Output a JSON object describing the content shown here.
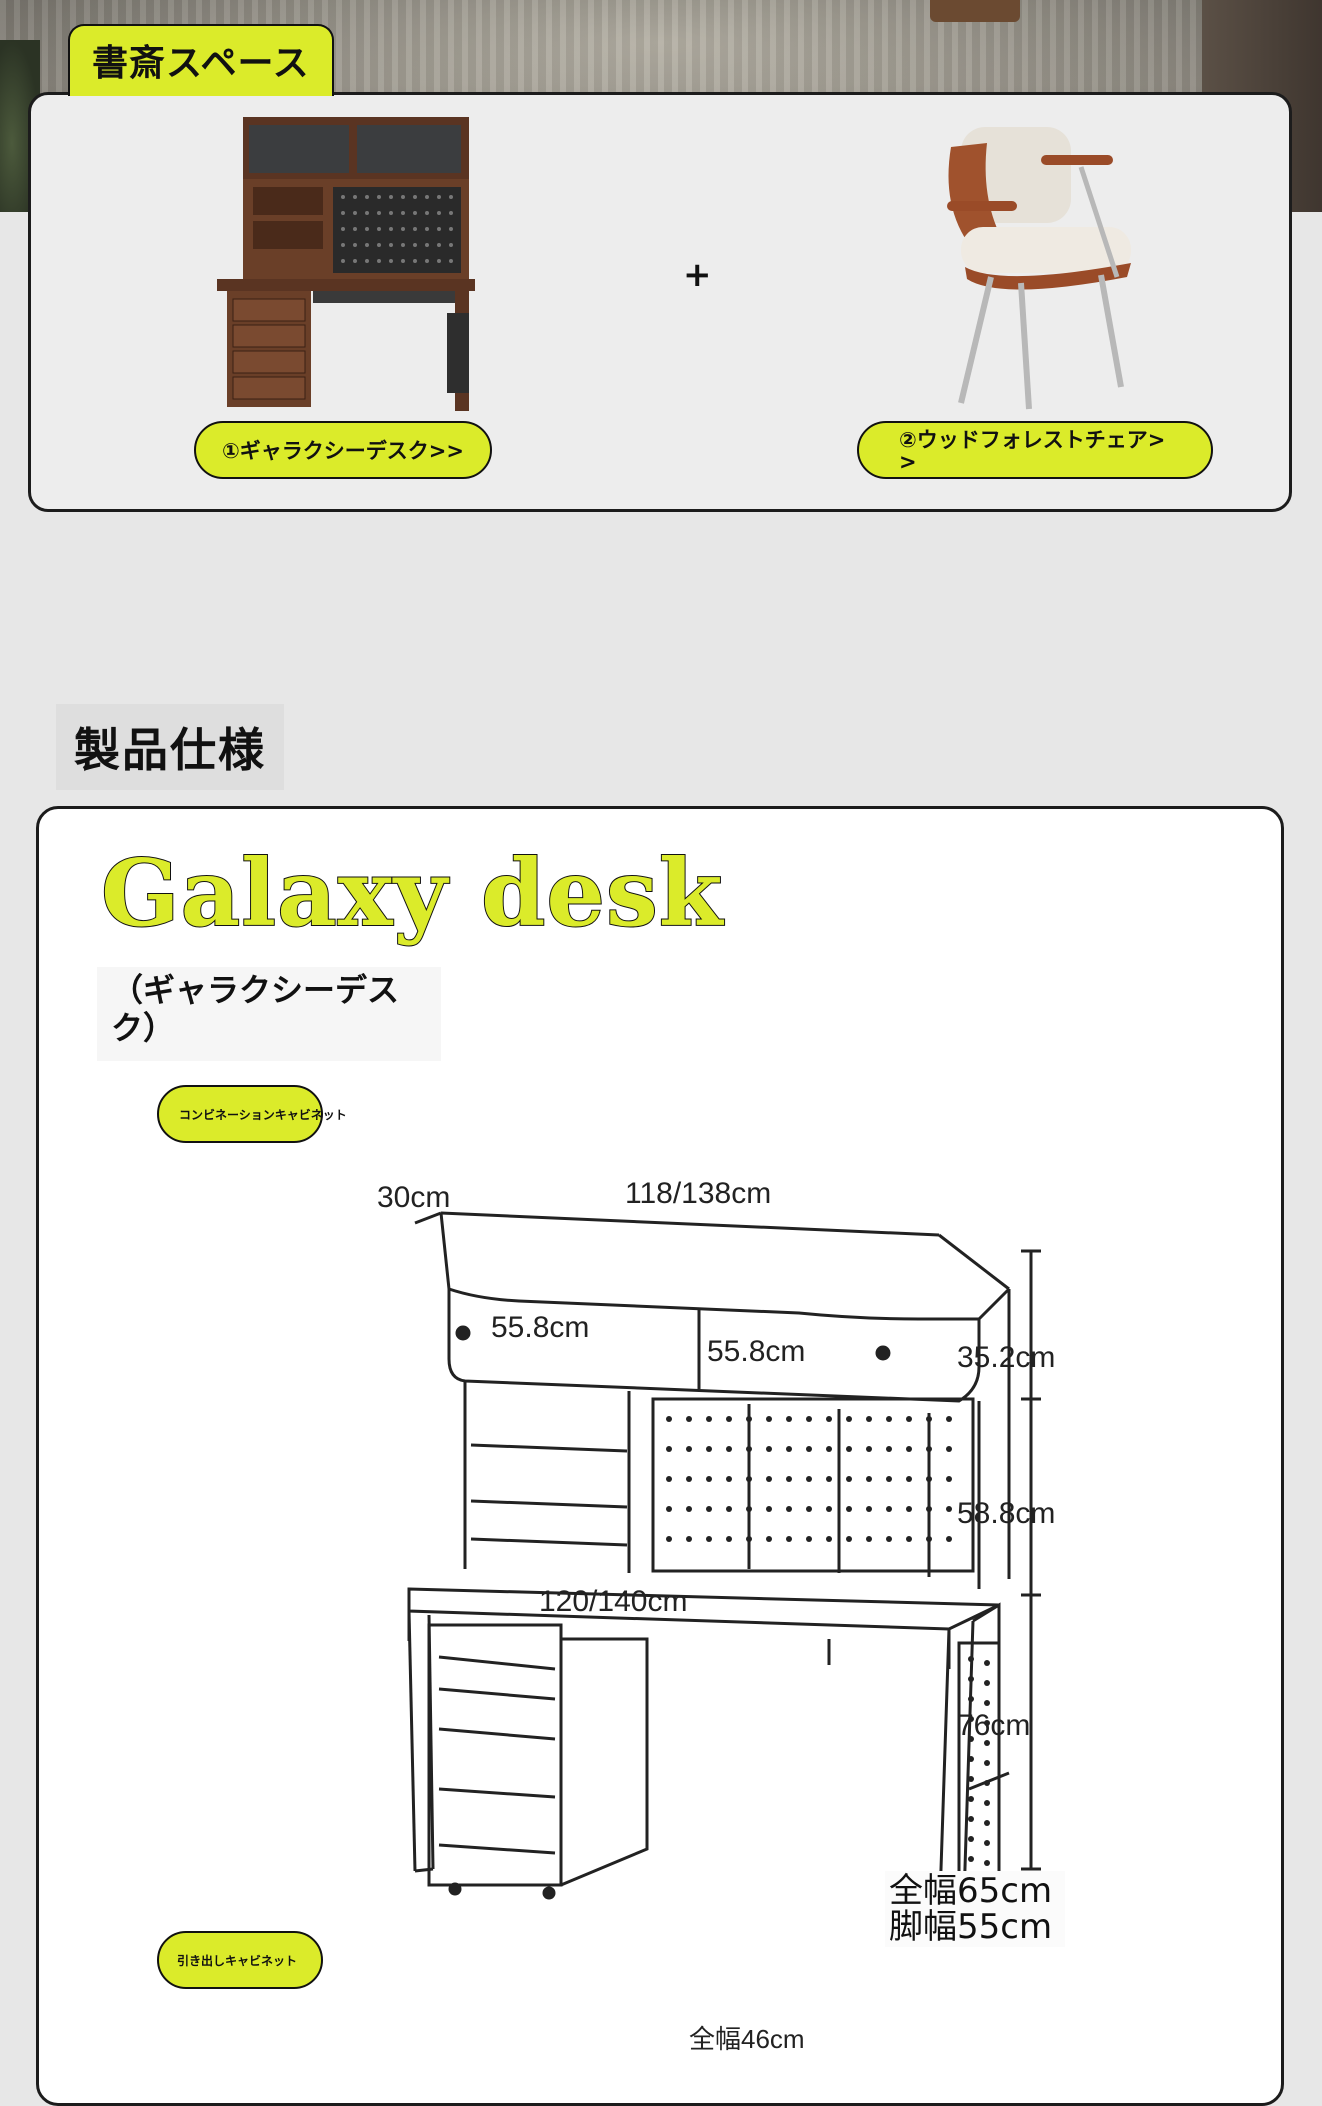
{
  "colors": {
    "accent": "#dbeb2a",
    "outline": "#111111",
    "card": "#ededed",
    "background": "#e7e7e7"
  },
  "top_section": {
    "label": "書斎スペース",
    "plus": "+",
    "desk_link": "①ギャラクシーデスク>>",
    "chair_link": "②ウッドフォレストチェア>>"
  },
  "spec": {
    "heading": "製品仕様",
    "product_name": "Galaxy desk",
    "product_kana": "（ギャラクシーデスク）",
    "combo_cabinet_label": "コンビネーションキャビネット",
    "drawer_cabinet_label": "引き出しキャビネット",
    "dimensions": {
      "depth_top": "30cm",
      "width_top": "118/138cm",
      "door_left": "55.8cm",
      "door_right": "55.8cm",
      "height_cabinet": "35.2cm",
      "height_shelf": "58.8cm",
      "width_desk": "120/140cm",
      "height_desk": "76cm",
      "depth_info": "全幅65cm 脚幅55cm",
      "drawer_width": "全幅46cm"
    }
  }
}
